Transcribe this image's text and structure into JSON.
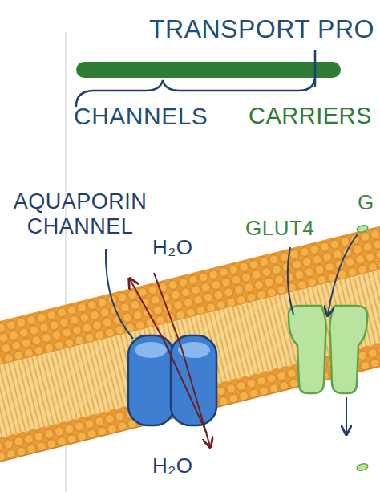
{
  "diagram": {
    "title": "TRANSPORT PRO",
    "labels": [
      "CHANNELS",
      "CARRIERS",
      "AQUAPORIN CHANNEL",
      "H₂O",
      "H₂O",
      "GLUT4",
      "G"
    ]
  }
}
